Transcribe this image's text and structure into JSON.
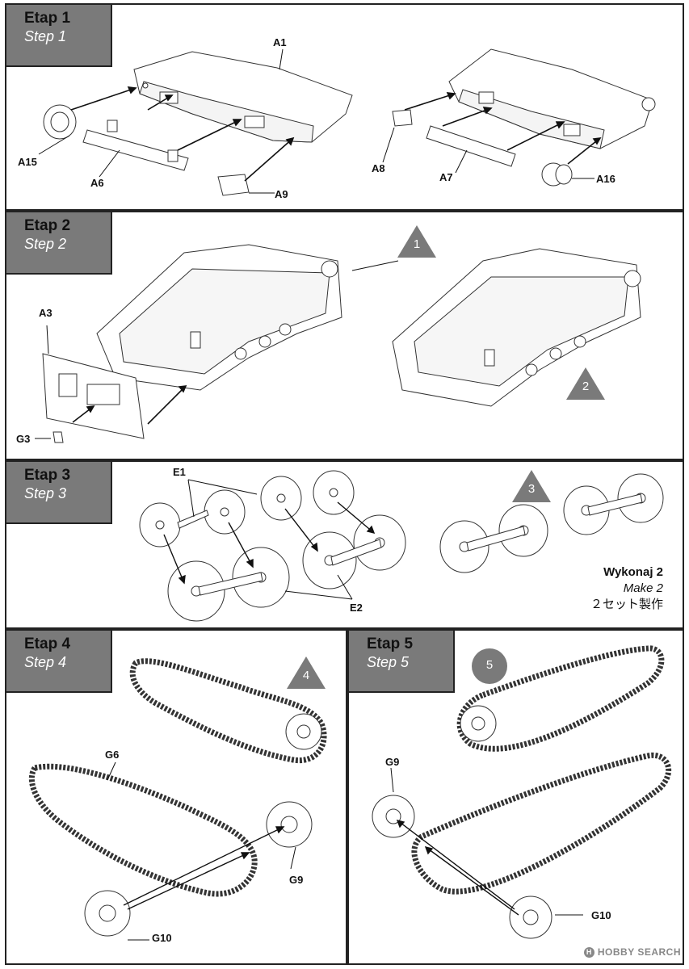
{
  "steps": {
    "s1": {
      "pl": "Etap 1",
      "en": "Step 1"
    },
    "s2": {
      "pl": "Etap 2",
      "en": "Step 2"
    },
    "s3": {
      "pl": "Etap 3",
      "en": "Step 3"
    },
    "s4": {
      "pl": "Etap 4",
      "en": "Step 4"
    },
    "s5": {
      "pl": "Etap 5",
      "en": "Step 5"
    }
  },
  "parts": {
    "A1": "A1",
    "A15": "A15",
    "A6": "A6",
    "A9": "A9",
    "A8": "A8",
    "A7": "A7",
    "A16": "A16",
    "A3": "A3",
    "G3": "G3",
    "E1": "E1",
    "E2": "E2",
    "G6": "G6",
    "G9": "G9",
    "G10": "G10"
  },
  "markers": {
    "m1": "1",
    "m2": "2",
    "m3": "3",
    "m4": "4",
    "m5": "5"
  },
  "make": {
    "pl": "Wykonaj 2",
    "en": "Make 2",
    "jp": "２セット製作"
  },
  "watermark": {
    "text": "HOBBY SEARCH",
    "logo": "H"
  },
  "colors": {
    "header_bg": "#7a7a7a",
    "marker_bg": "#7a7a7a",
    "line": "#222222"
  }
}
